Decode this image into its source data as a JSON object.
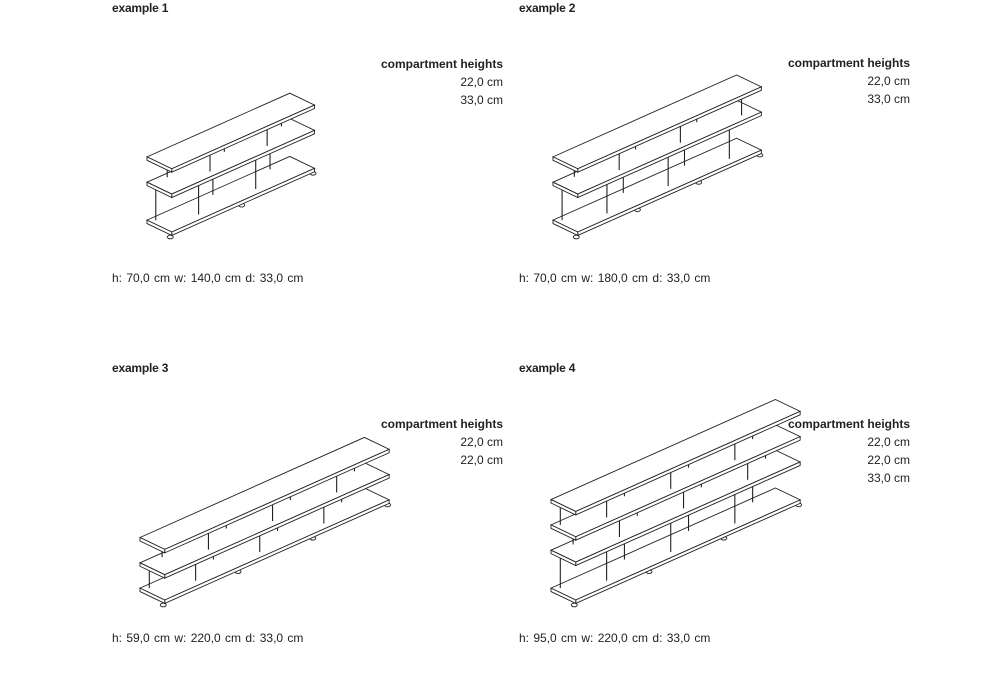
{
  "compartment_heights_label": "compartment heights",
  "examples": [
    {
      "title": "example 1",
      "heights": [
        "22,0 cm",
        "33,0 cm"
      ],
      "heights_cm": [
        22,
        33
      ],
      "width_cm": 140,
      "dimensions": "h: 70,0 cm  w: 140,0 cm  d: 33,0 cm"
    },
    {
      "title": "example 2",
      "heights": [
        "22,0 cm",
        "33,0 cm"
      ],
      "heights_cm": [
        22,
        33
      ],
      "width_cm": 180,
      "dimensions": "h: 70,0 cm  w: 180,0 cm  d: 33,0 cm"
    },
    {
      "title": "example 3",
      "heights": [
        "22,0 cm",
        "22,0 cm"
      ],
      "heights_cm": [
        22,
        22
      ],
      "width_cm": 220,
      "dimensions": "h: 59,0 cm  w: 220,0 cm  d: 33,0 cm"
    },
    {
      "title": "example 4",
      "heights": [
        "22,0 cm",
        "22,0 cm",
        "33,0 cm"
      ],
      "heights_cm": [
        22,
        22,
        33
      ],
      "width_cm": 220,
      "dimensions": "h: 95,0 cm  w: 220,0 cm  d: 33,0 cm"
    }
  ]
}
